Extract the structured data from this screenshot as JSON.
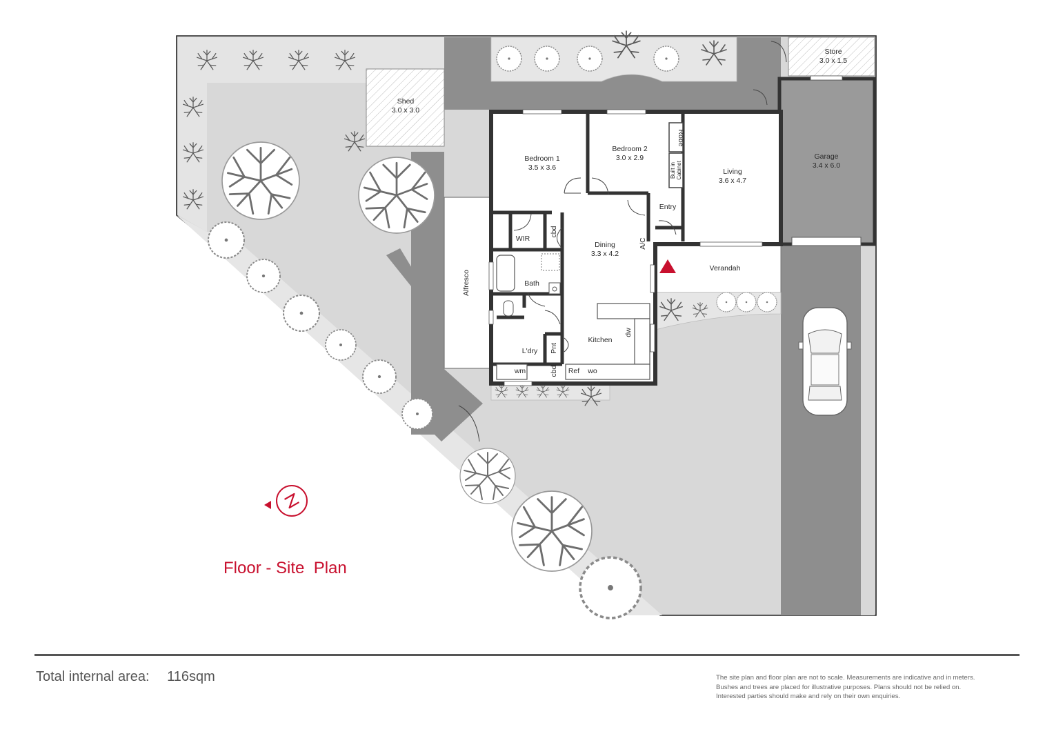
{
  "plan_title": "Floor - Site  Plan",
  "total_area": {
    "label": "Total internal area:",
    "value": "116sqm"
  },
  "disclaimer": [
    "The site plan and floor plan are not to scale. Measurements are indicative and in meters.",
    "Bushes and trees are placed for illustrative purposes. Plans should not be relied on.",
    "Interested parties should make and rely on their own enquiries."
  ],
  "rooms": {
    "shed": {
      "name": "Shed",
      "size": "3.0 x 3.0"
    },
    "store": {
      "name": "Store",
      "size": "3.0 x 1.5"
    },
    "bedroom1": {
      "name": "Bedroom 1",
      "size": "3.5 x 3.6"
    },
    "bedroom2": {
      "name": "Bedroom 2",
      "size": "3.0 x 2.9"
    },
    "living": {
      "name": "Living",
      "size": "3.6 x 4.7"
    },
    "garage": {
      "name": "Garage",
      "size": "3.4 x 6.0"
    },
    "dining": {
      "name": "Dining",
      "size": "3.3 x 4.2"
    },
    "entry": "Entry",
    "robe": "Robe",
    "cabinet_line1": "Built in",
    "cabinet_line2": "Cabinet",
    "wir": "WIR",
    "cbd": "cbd",
    "ac": "A/C",
    "verandah": "Verandah",
    "alfresco": "Alfresco",
    "bath": "Bath",
    "laundry": "L'dry",
    "kitchen": "Kitchen",
    "dw": "dw",
    "pnt": "Pnt",
    "wm": "wm",
    "ref": "Ref",
    "wo": "wo"
  },
  "colors": {
    "accent": "#c8102e",
    "wall": "#3a3a3a",
    "lawn": "#d9d9d9",
    "path": "#8c8c8c"
  },
  "icons": [
    "tree-icon",
    "bush-icon",
    "car-icon",
    "north-compass-icon",
    "entry-marker-icon"
  ]
}
